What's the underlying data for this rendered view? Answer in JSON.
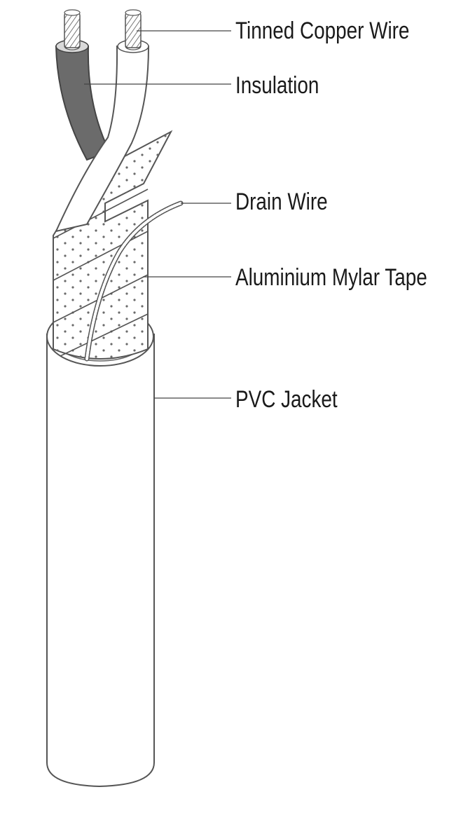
{
  "diagram": {
    "labels": {
      "copper": "Tinned Copper Wire",
      "insulation": "Insulation",
      "drain": "Drain Wire",
      "tape": "Aluminium Mylar Tape",
      "jacket": "PVC Jacket"
    },
    "colors": {
      "outline": "#555555",
      "dark_insulation": "#6b6b6b",
      "light_fill": "#ffffff",
      "dots": "#6a6a6a",
      "leader": "#444444",
      "text": "#1a1a1a"
    }
  }
}
